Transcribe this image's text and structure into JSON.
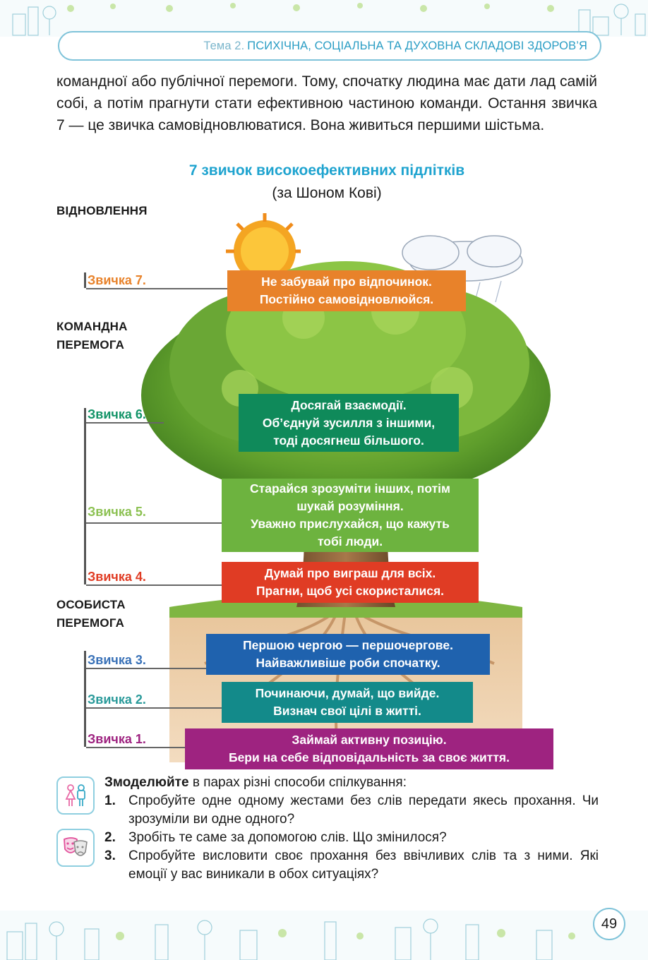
{
  "header": {
    "topic_prefix": "Тема 2.",
    "topic_title": "ПСИХІЧНА, СОЦІАЛЬНА ТА ДУХОВНА СКЛАДОВІ ЗДОРОВ’Я"
  },
  "intro_paragraph": "командної або публічної перемоги. Тому, спочатку людина має дати лад самій собі, а потім прагнути стати ефективною частиною команди. Остання звичка 7 — це звичка самовідновлюватися. Вона живиться першими шістьма.",
  "tree": {
    "title": "7 звичок високоефективних підлітків",
    "subtitle": "(за Шоном Кові)",
    "sections": {
      "renewal": "ВІДНОВЛЕННЯ",
      "team_line1": "КОМАНДНА",
      "team_line2": "ПЕРЕМОГА",
      "personal_line1": "ОСОБИСТА",
      "personal_line2": "ПЕРЕМОГА"
    },
    "habits": [
      {
        "label": "Звичка 7.",
        "lines": [
          "Не забувай про відпочинок.",
          "Постійно самовідновлюйся."
        ],
        "color": "#e8822a",
        "label_color": "#e8822a"
      },
      {
        "label": "Звичка 6.",
        "lines": [
          "Досягай взаємодії.",
          "Об’єднуй зусилля з іншими,",
          "тоді досягнеш більшого."
        ],
        "color": "#0f8a5a",
        "label_color": "#139468"
      },
      {
        "label": "Звичка 5.",
        "lines": [
          "Старайся зрозуміти інших, потім",
          "шукай розуміння.",
          "Уважно прислухайся, що кажуть",
          "тобі люди."
        ],
        "color": "#6db33f",
        "label_color": "#8cc152"
      },
      {
        "label": "Звичка 4.",
        "lines": [
          "Думай про виграш для всіх.",
          "Прагни, щоб усі скористалися."
        ],
        "color": "#e03c24",
        "label_color": "#e03c24"
      },
      {
        "label": "Звичка 3.",
        "lines": [
          "Першою чергою — першочергове.",
          "Найважливіше роби спочатку."
        ],
        "color": "#1f62ae",
        "label_color": "#3a72b8"
      },
      {
        "label": "Звичка 2.",
        "lines": [
          "Починаючи, думай, що вийде.",
          "Визнач свої цілі в житті."
        ],
        "color": "#138a8a",
        "label_color": "#2a9a9a"
      },
      {
        "label": "Звичка 1.",
        "lines": [
          "Займай активну позицію.",
          "Бери на себе відповідальність за своє життя."
        ],
        "color": "#9e2380",
        "label_color": "#9e2380"
      }
    ]
  },
  "exercise": {
    "lead_bold": "Змоделюйте",
    "lead_rest": " в парах різні способи спілкування:",
    "items": [
      {
        "num": "1.",
        "text": "Спробуйте одне одному жестами без слів передати якесь прохання. Чи зрозуміли ви одне одного?"
      },
      {
        "num": "2.",
        "text": "Зробіть те саме за допомогою слів. Що змінилося?"
      },
      {
        "num": "3.",
        "text": "Спробуйте висловити своє прохання без ввічливих слів та з ними. Які емоції у вас виникали в обох ситуаціях?"
      }
    ]
  },
  "page_number": "49",
  "icons": [
    "pair-people-icon",
    "theatre-masks-icon",
    "sun-icon",
    "cloud-icon",
    "tree-icon"
  ]
}
